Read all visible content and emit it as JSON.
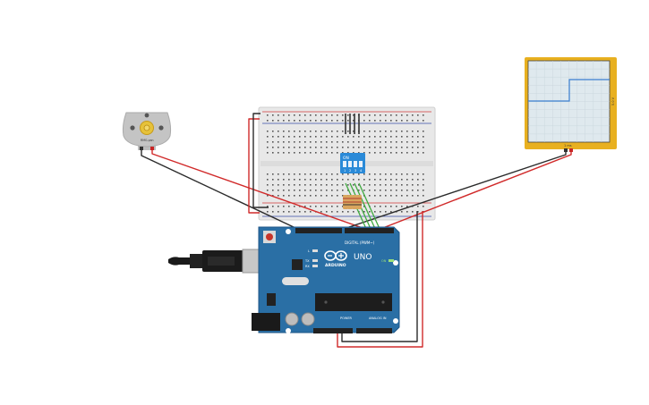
{
  "motor": {
    "label": "RMG-pan"
  },
  "dip_switch": {
    "label": "ON",
    "numbers": [
      "1",
      "2",
      "3",
      "4"
    ]
  },
  "arduino": {
    "brand": "ARDUINO",
    "model": "UNO",
    "on_label": "ON",
    "digital_label": "DIGITAL (PWM~)",
    "power_label": "POWER",
    "analog_label": "ANALOG IN",
    "tx_label": "TX",
    "rx_label": "RX",
    "l_label": "L"
  },
  "oscilloscope": {
    "bottom_label": "1 ms",
    "side_label": "5.0 V"
  },
  "colors": {
    "breadboard": "#e6e6e6",
    "arduino": "#2a6fa5",
    "scope_frame": "#e8b020",
    "scope_screen": "#dfe9ee",
    "trace": "#3a7fd0",
    "wire_red": "#d12a2a",
    "wire_black": "#2b2b2b",
    "wire_green": "#3faa3f",
    "dip": "#2a8ad8"
  }
}
